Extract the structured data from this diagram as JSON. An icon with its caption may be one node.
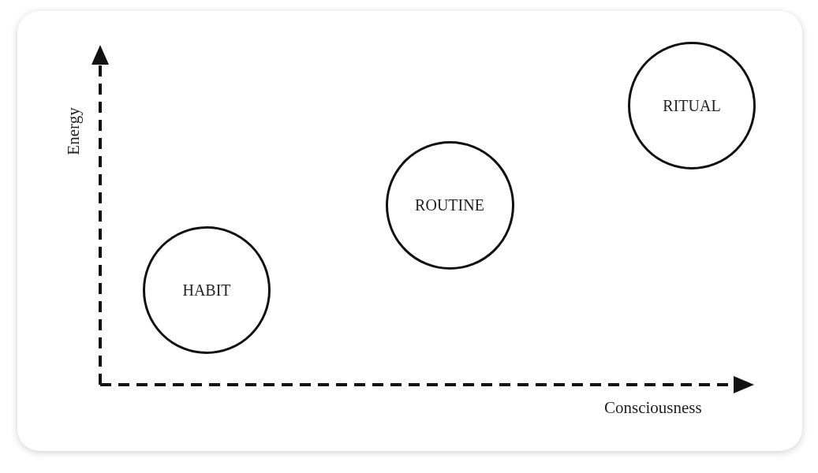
{
  "diagram": {
    "nodes": [
      {
        "text": [
          "HABIT"
        ]
      },
      {
        "text": [
          "ROUTINE"
        ]
      },
      {
        "text": [
          "RITUAL"
        ]
      }
    ],
    "labels": [
      "Energy",
      "Consciousness"
    ]
  }
}
